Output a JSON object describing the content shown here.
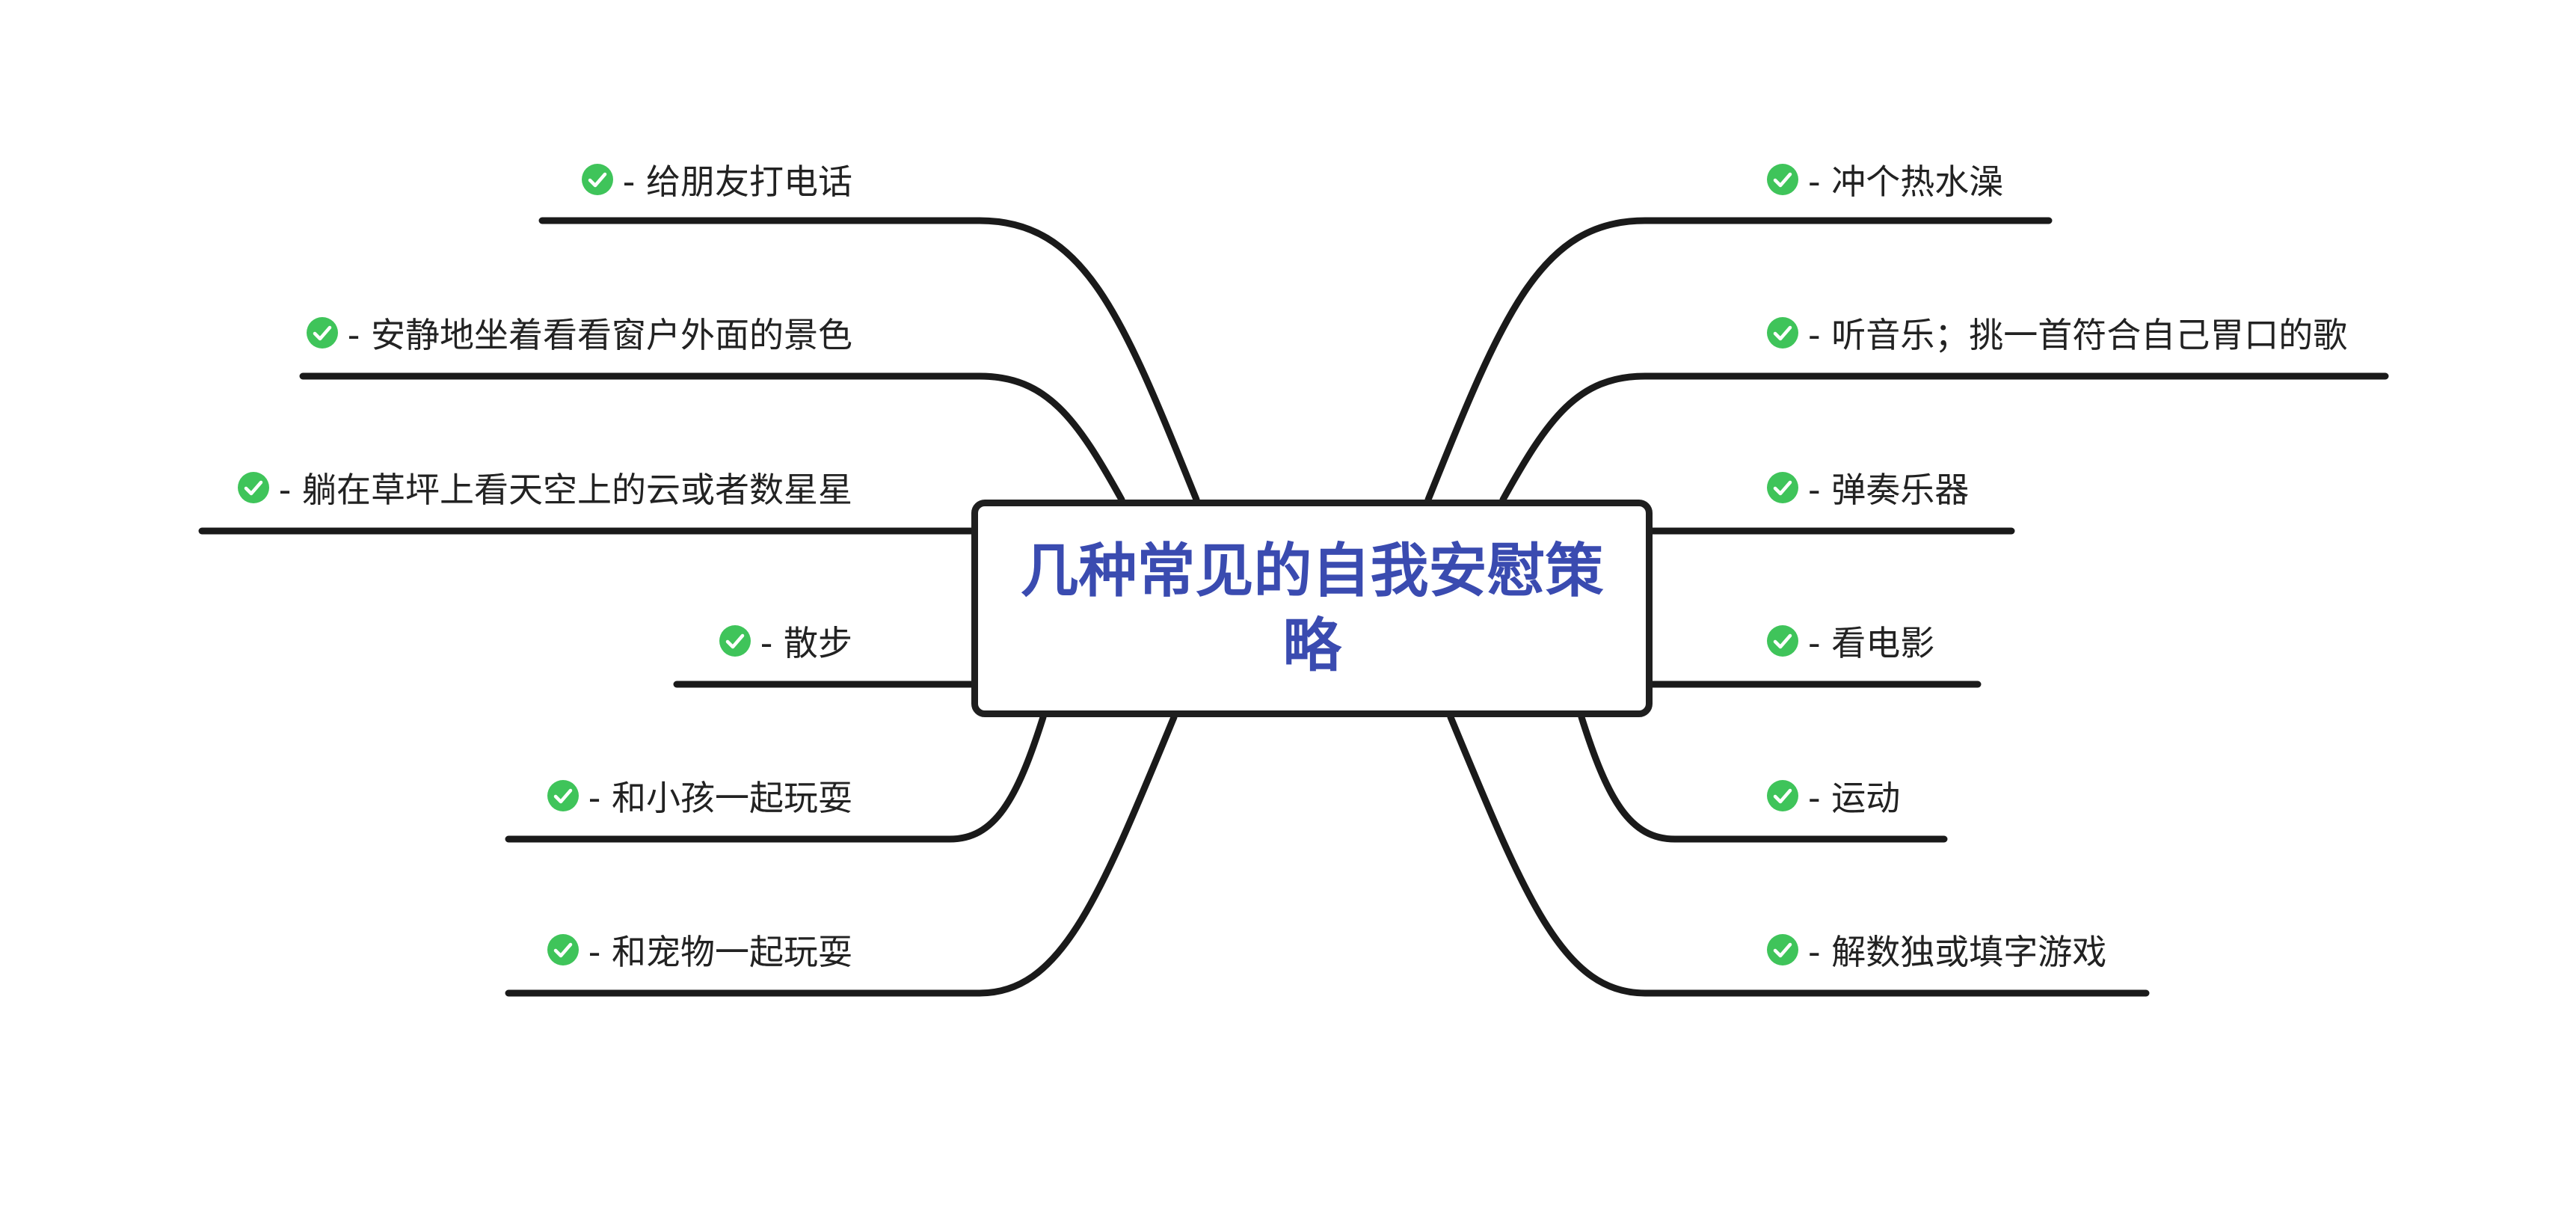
{
  "central_topic": "几种常见的自我安慰策略",
  "colors": {
    "branch_line": "#1a1a1a",
    "central_text": "#3a4bb0",
    "check_fill": "#3fc45a"
  },
  "icons": {
    "topic_marker": "check-circle-icon"
  },
  "left_topics": [
    "- 给朋友打电话",
    "- 安静地坐着看看窗户外面的景色",
    "- 躺在草坪上看天空上的云或者数星星",
    "- 散步",
    "- 和小孩一起玩耍",
    "- 和宠物一起玩耍"
  ],
  "right_topics": [
    "- 冲个热水澡",
    "- 听音乐；挑一首符合自己胃口的歌",
    "- 弹奏乐器",
    "- 看电影",
    "- 运动",
    "- 解数独或填字游戏"
  ]
}
